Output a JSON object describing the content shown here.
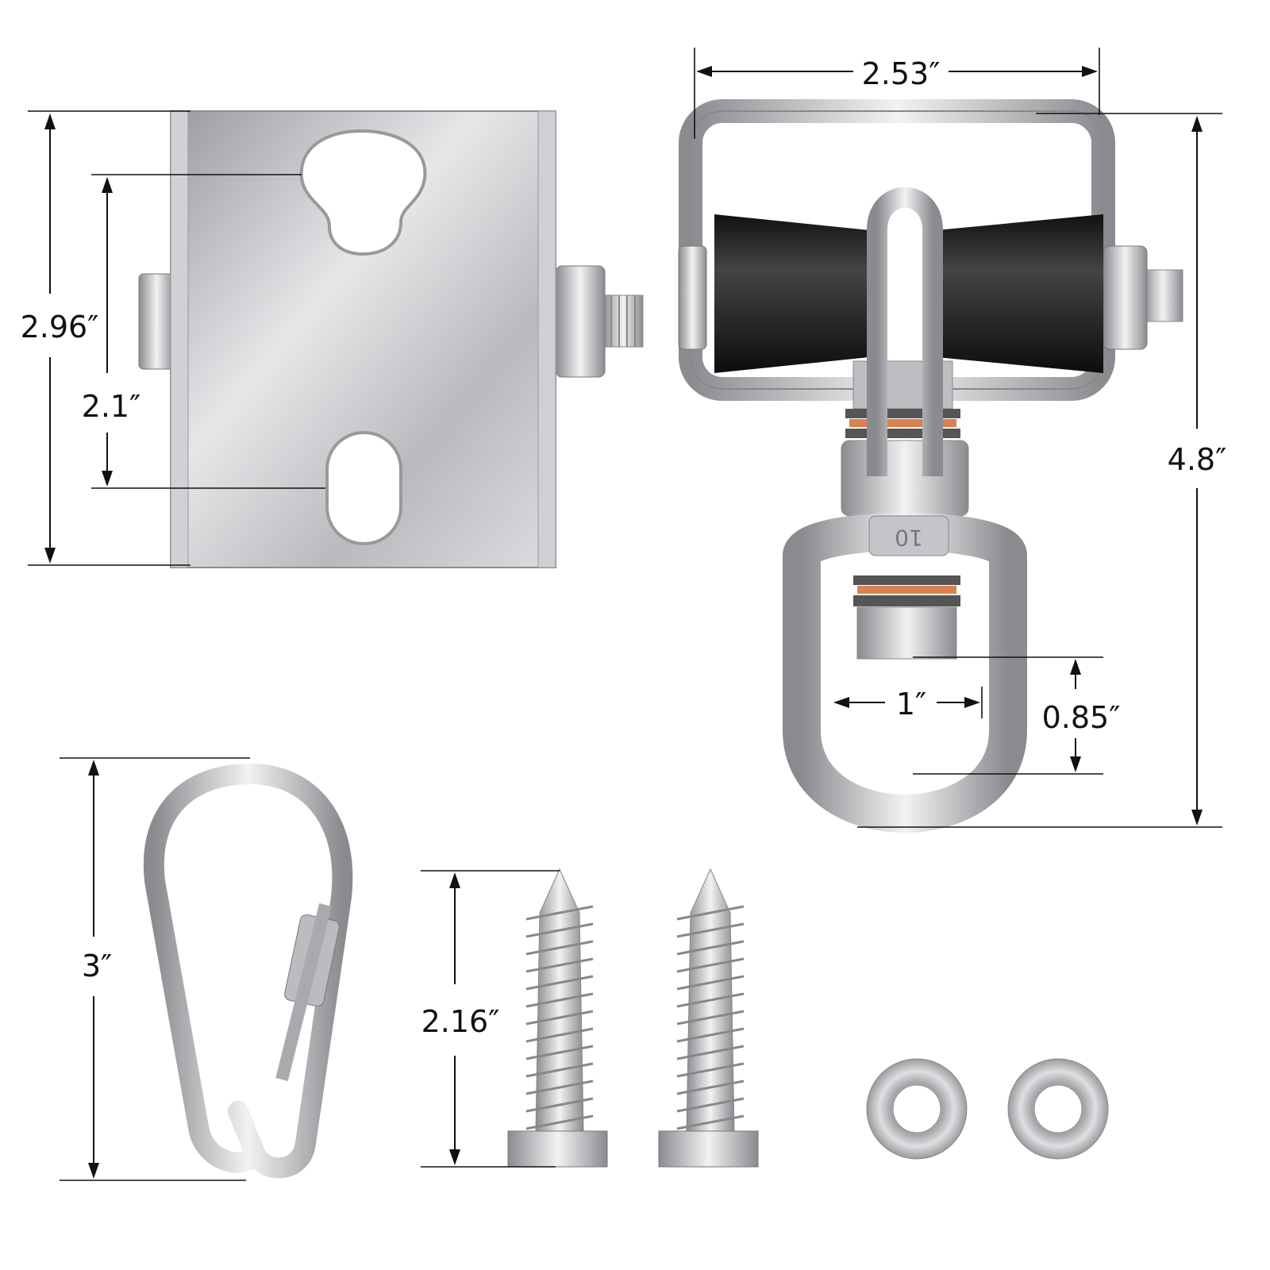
{
  "colors": {
    "background": "#ffffff",
    "line": "#111111",
    "metal": "#c8c9cc",
    "roller": "#1a1a1a",
    "washer_ring": "#d9824f"
  },
  "dimensions": {
    "bracket_height": "2.96″",
    "slot_spacing": "2.1″",
    "swivel_width": "2.53″",
    "swivel_height": "4.8″",
    "ring_inner_width": "1″",
    "ring_inner_depth": "0.85″",
    "carabiner_length": "3″",
    "screw_length": "2.16″"
  },
  "stamp": "10",
  "parts": {
    "icons": [
      "wall-bracket",
      "swivel-hanger",
      "carabiner",
      "lag-screw",
      "lag-screw",
      "washer",
      "washer"
    ]
  }
}
